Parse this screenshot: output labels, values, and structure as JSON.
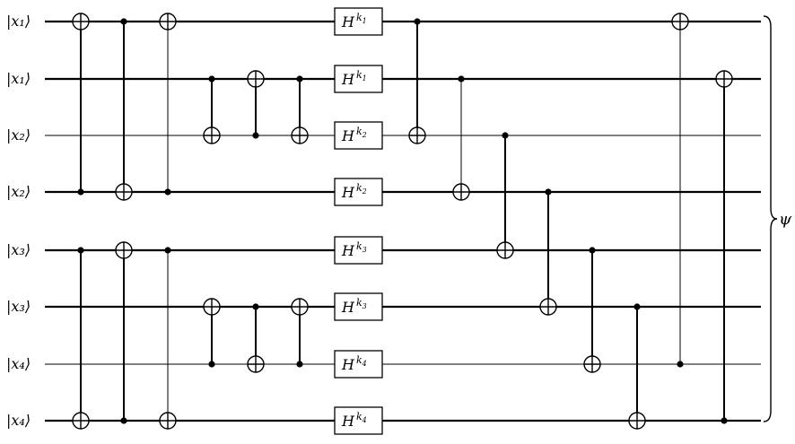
{
  "wires": [
    {
      "label": "|x₁⟩",
      "weight": "thick"
    },
    {
      "label": "|x₁⟩",
      "weight": "thick"
    },
    {
      "label": "|x₂⟩",
      "weight": "thin"
    },
    {
      "label": "|x₂⟩",
      "weight": "thick"
    },
    {
      "label": "|x₃⟩",
      "weight": "thick"
    },
    {
      "label": "|x₃⟩",
      "weight": "thick"
    },
    {
      "label": "|x₄⟩",
      "weight": "thin"
    },
    {
      "label": "|x₄⟩",
      "weight": "thick"
    }
  ],
  "hadamard": {
    "base": "H",
    "exponents": [
      "k",
      "k",
      "k",
      "k",
      "k",
      "k",
      "k",
      "k"
    ],
    "subscripts": [
      "1",
      "1",
      "2",
      "2",
      "3",
      "3",
      "4",
      "4"
    ]
  },
  "cnot_layers": [
    [
      {
        "control": 3,
        "target": 0,
        "weight": "thick"
      },
      {
        "control": 4,
        "target": 7,
        "weight": "thick"
      }
    ],
    [
      {
        "control": 0,
        "target": 3,
        "weight": "thick"
      },
      {
        "control": 7,
        "target": 4,
        "weight": "thick"
      }
    ],
    [
      {
        "control": 3,
        "target": 0,
        "weight": "thin"
      },
      {
        "control": 4,
        "target": 7,
        "weight": "thin"
      }
    ],
    [
      {
        "control": 1,
        "target": 2,
        "weight": "thick"
      },
      {
        "control": 6,
        "target": 5,
        "weight": "thick"
      }
    ],
    [
      {
        "control": 2,
        "target": 1,
        "weight": "thick"
      },
      {
        "control": 5,
        "target": 6,
        "weight": "thick"
      }
    ],
    [
      {
        "control": 1,
        "target": 2,
        "weight": "thick"
      },
      {
        "control": 6,
        "target": 5,
        "weight": "thick"
      }
    ]
  ],
  "post_cnots": [
    {
      "control": 0,
      "target": 2,
      "weight": "thick"
    },
    {
      "control": 1,
      "target": 3,
      "weight": "thin"
    },
    {
      "control": 2,
      "target": 4,
      "weight": "thick"
    },
    {
      "control": 3,
      "target": 5,
      "weight": "thick"
    },
    {
      "control": 4,
      "target": 6,
      "weight": "thick"
    },
    {
      "control": 5,
      "target": 7,
      "weight": "thick"
    },
    {
      "control": 6,
      "target": 0,
      "weight": "thin"
    },
    {
      "control": 7,
      "target": 1,
      "weight": "thick"
    }
  ],
  "output_label": "ψ"
}
